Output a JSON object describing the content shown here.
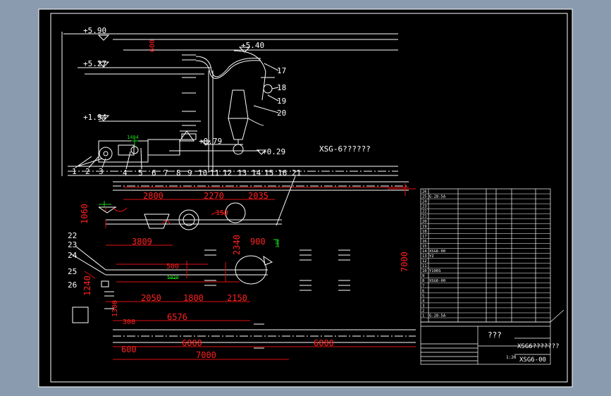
{
  "drawing": {
    "title_text": "XSG-6??????",
    "elevations": [
      "+5.90",
      "+5.27",
      "+1.94",
      "+5.40",
      "+0.79",
      "+0.29"
    ],
    "part_numbers_top": [
      "1",
      "2",
      "3",
      "4",
      "5",
      "6",
      "7",
      "8",
      "9",
      "10",
      "11",
      "12",
      "13",
      "14",
      "15",
      "16",
      "21"
    ],
    "part_numbers_right": [
      "17",
      "18",
      "19",
      "20"
    ],
    "part_numbers_left": [
      "22",
      "23",
      "24",
      "25",
      "26"
    ],
    "dims_red": {
      "d2800": "2800",
      "d2270": "2270",
      "d2035": "2035",
      "d3809": "3809",
      "d2050": "2050",
      "d1800": "1800",
      "d2150": "2150",
      "d6576": "6576",
      "d6000a": "6000",
      "d6000b": "6000",
      "d7000a": "7000",
      "d7000v": "7000",
      "d600": "600",
      "d900": "900",
      "d1060": "1060",
      "d2340": "2340",
      "d1240": "1240",
      "d1300": "1300",
      "d300": "300",
      "d500": "500",
      "d600b": "600",
      "d150": "150"
    },
    "dims_green": [
      "1404",
      "5020",
      "100"
    ]
  },
  "title_block": {
    "title_mark": "???",
    "drawing_name": "XSG6???????",
    "drawing_code": "XSG6-00",
    "scale": "1:20",
    "rows": [
      {
        "no": "26",
        "name": "",
        "code": "",
        "qty": ""
      },
      {
        "no": "25",
        "name": "G-28-5A",
        "code": "",
        "qty": ""
      },
      {
        "no": "24",
        "name": "",
        "code": "",
        "qty": ""
      },
      {
        "no": "23",
        "name": "",
        "code": "",
        "qty": ""
      },
      {
        "no": "22",
        "name": "",
        "code": "",
        "qty": ""
      },
      {
        "no": "21",
        "name": "",
        "code": "",
        "qty": ""
      },
      {
        "no": "20",
        "name": "",
        "code": "",
        "qty": ""
      },
      {
        "no": "19",
        "name": "",
        "code": "",
        "qty": ""
      },
      {
        "no": "18",
        "name": "",
        "code": "",
        "qty": ""
      },
      {
        "no": "17",
        "name": "",
        "code": "",
        "qty": ""
      },
      {
        "no": "16",
        "name": "",
        "code": "",
        "qty": ""
      },
      {
        "no": "15",
        "name": "",
        "code": "",
        "qty": ""
      },
      {
        "no": "14",
        "name": "XSG6-00",
        "code": "",
        "qty": ""
      },
      {
        "no": "13",
        "name": "YZ",
        "code": "",
        "qty": ""
      },
      {
        "no": "12",
        "name": "",
        "code": "",
        "qty": ""
      },
      {
        "no": "11",
        "name": "",
        "code": "",
        "qty": ""
      },
      {
        "no": "10",
        "name": "Y100S",
        "code": "",
        "qty": ""
      },
      {
        "no": "9",
        "name": "",
        "code": "",
        "qty": ""
      },
      {
        "no": "8",
        "name": "XSG6-00",
        "code": "",
        "qty": ""
      },
      {
        "no": "7",
        "name": "",
        "code": "",
        "qty": ""
      },
      {
        "no": "6",
        "name": "",
        "code": "",
        "qty": ""
      },
      {
        "no": "5",
        "name": "",
        "code": "",
        "qty": ""
      },
      {
        "no": "4",
        "name": "",
        "code": "",
        "qty": ""
      },
      {
        "no": "3",
        "name": "",
        "code": "",
        "qty": ""
      },
      {
        "no": "2",
        "name": "",
        "code": "",
        "qty": ""
      },
      {
        "no": "1",
        "name": "G-28-5A",
        "code": "",
        "qty": ""
      }
    ]
  }
}
